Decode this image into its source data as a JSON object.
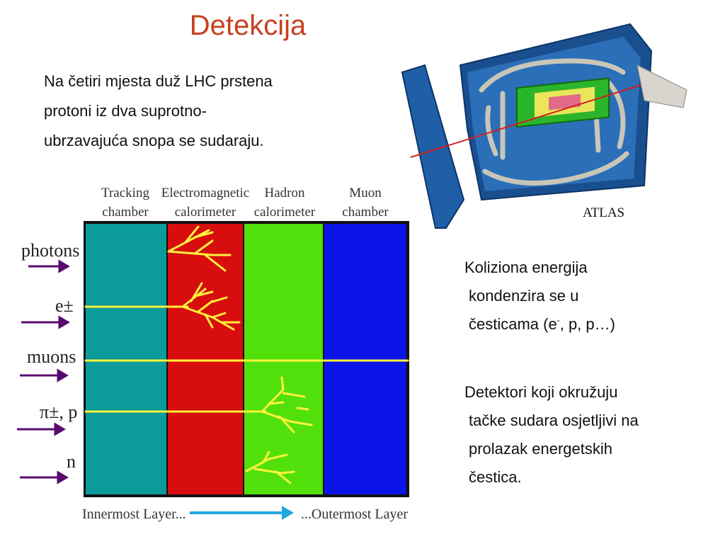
{
  "title": "Detekcija",
  "intro_lines": [
    "Na četiri mjesta duž LHC prstena",
    "protoni iz dva suprotno-",
    "ubrzavajuća snopa se sudaraju."
  ],
  "atlas_label": "ATLAS",
  "detector": {
    "layers": [
      {
        "line1": "Tracking",
        "line2": "chamber",
        "color": "#0b9b9a"
      },
      {
        "line1": "Electromagnetic",
        "line2": "calorimeter",
        "color": "#d80d0d"
      },
      {
        "line1": "Hadron",
        "line2": "calorimeter",
        "color": "#52e00c"
      },
      {
        "line1": "Muon",
        "line2": "chamber",
        "color": "#0b14e6"
      }
    ],
    "particles": [
      "photons",
      "e±",
      "muons",
      "π±, p",
      "n"
    ],
    "footer_left": "Innermost Layer...",
    "footer_right": "...Outermost Layer"
  },
  "para2": {
    "line1": "Koliziona energija",
    "line2": "kondenzira se u",
    "line3_pre": "česticama (e",
    "line3_sup": "-",
    "line3_post": ", p, p…)"
  },
  "para3_lines": [
    "Detektori koji okružuju",
    "tačke sudara osjetljivi na",
    "prolazak energetskih",
    "čestica."
  ],
  "colors": {
    "title": "#c8401f",
    "track": "#fff23a",
    "arrow": "#5a0a6e",
    "footer_arrow": "#22a8e0"
  }
}
